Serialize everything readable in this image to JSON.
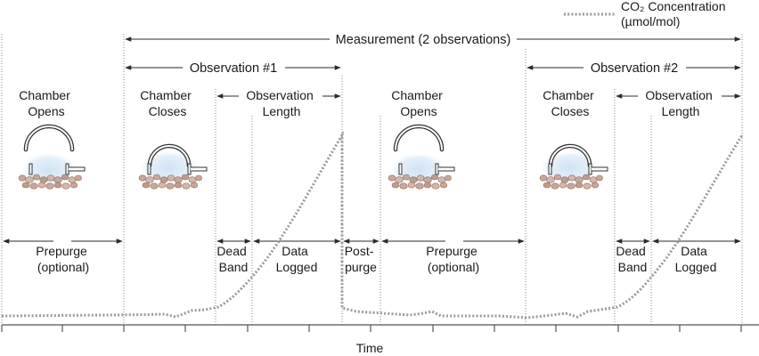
{
  "legend": {
    "line1": "CO₂ Concentration",
    "line2": "(µmol/mol)"
  },
  "top": {
    "measurement": "Measurement (2 observations)",
    "observation1": "Observation #1",
    "observation2": "Observation #2"
  },
  "phases": {
    "chamber_opens_1": [
      "Chamber",
      "Opens"
    ],
    "chamber_closes_1": [
      "Chamber",
      "Closes"
    ],
    "observation_length_1": [
      "Observation",
      "Length"
    ],
    "chamber_opens_2": [
      "Chamber",
      "Opens"
    ],
    "chamber_closes_2": [
      "Chamber",
      "Closes"
    ],
    "observation_length_2": [
      "Observation",
      "Length"
    ]
  },
  "bottom": {
    "prepurge_1": [
      "Prepurge",
      "(optional)"
    ],
    "dead_band_1": [
      "Dead",
      "Band"
    ],
    "data_logged_1": [
      "Data",
      "Logged"
    ],
    "postpurge": [
      "Post-",
      "purge"
    ],
    "prepurge_2": [
      "Prepurge",
      "(optional)"
    ],
    "dead_band_2": [
      "Dead",
      "Band"
    ],
    "data_logged_2": [
      "Data",
      "Logged"
    ]
  },
  "axis": {
    "xlabel": "Time"
  },
  "icons": {
    "chamber_open": "chamber-open-icon",
    "chamber_closed": "chamber-closed-icon"
  },
  "colors": {
    "co2_line": "#9a9a9a",
    "soil": "#c9a89a",
    "glow": "#cfe3f4"
  }
}
